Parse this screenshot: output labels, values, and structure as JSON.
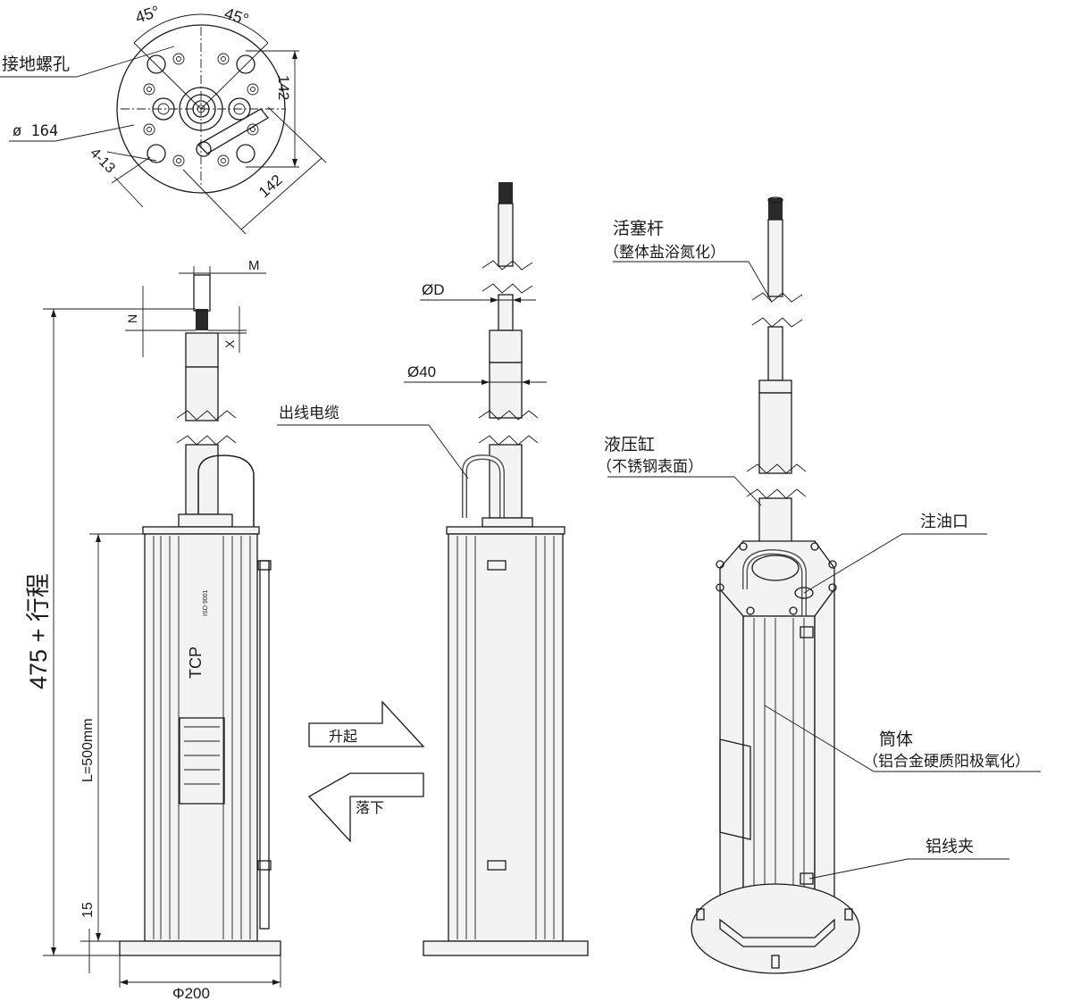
{
  "top_view": {
    "angle_left": "45°",
    "angle_right": "45°",
    "ground_hole_label": "接地螺孔",
    "diameter_label": "ø 164",
    "hole_spec": "4-13",
    "pitch_vertical": "142",
    "pitch_diagonal": "142"
  },
  "side_view": {
    "dim_m": "M",
    "dim_n": "N",
    "dim_x": "X",
    "total_height": "475 + 行程",
    "body_length": "L=500mm",
    "base_thickness": "15",
    "base_diameter": "Φ200"
  },
  "middle_view": {
    "rod_diameter": "ØD",
    "cylinder_diameter": "Ø40",
    "cable_label": "出线电缆"
  },
  "arrows": {
    "up_label": "升起",
    "down_label": "落下"
  },
  "iso_view": {
    "piston_rod_title": "活塞杆",
    "piston_rod_note": "（整体盐浴氮化）",
    "hydraulic_cylinder_title": "液压缸",
    "hydraulic_cylinder_note": "（不锈钢表面）",
    "oil_port_label": "注油口",
    "housing_title": "筒体",
    "housing_note": "（铝合金硬质阳极氧化）",
    "clamp_label": "铝线夹"
  },
  "nameplate": {
    "product_code": "TCP",
    "iso_mark": "ISO 9001"
  }
}
